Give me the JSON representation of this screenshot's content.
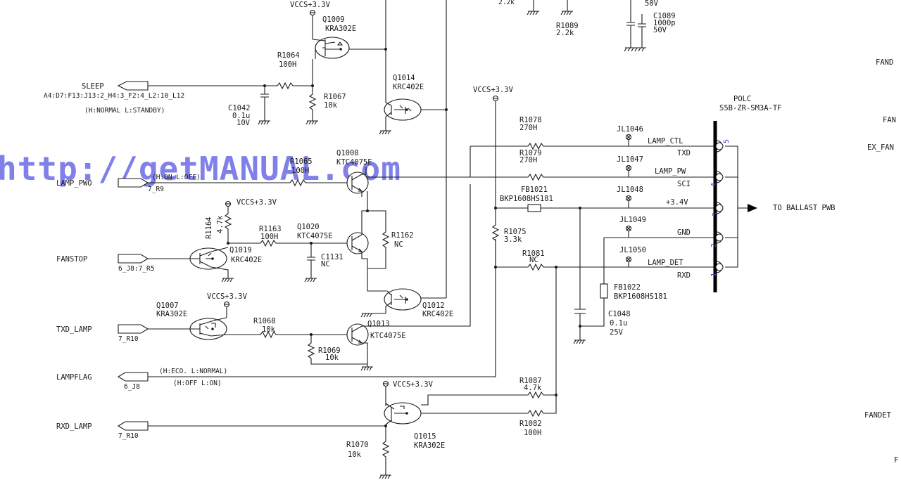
{
  "watermark": "http://getMANUAL.com",
  "top_right": {
    "partial_value_1": "50V",
    "partial_value_2": "2.2k",
    "c1089_ref": "C1089",
    "c1089_value": "1000p",
    "c1089_voltage": "50V",
    "r1089_ref": "R1089",
    "r1089_value": "2.2k"
  },
  "edge_labels": [
    "FAND",
    "FAN",
    "EX_FAN",
    "FANDET",
    "F"
  ],
  "connector": {
    "ref": "POLC",
    "part": "S5B-ZR-SM3A-TF",
    "destination": "TO BALLAST PWB",
    "pins": [
      {
        "number": "5",
        "signal": "LAMP_CTL",
        "function": "TXD",
        "jumper": "JL1046"
      },
      {
        "number": "4",
        "signal": "LAMP_PW",
        "function": "SCI",
        "jumper": "JL1047"
      },
      {
        "number": "3",
        "signal": "+3.4V",
        "function": "",
        "jumper": "JL1048"
      },
      {
        "number": "2",
        "signal": "GND",
        "function": "",
        "jumper": "JL1049"
      },
      {
        "number": "1",
        "signal": "LAMP_DET",
        "function": "RXD",
        "jumper": "JL1050"
      }
    ]
  },
  "signals": {
    "sleep": {
      "name": "SLEEP",
      "xref": "A4:D7:F13:J13:2_H4:3_F2:4_L2:10_L12",
      "note": "(H:NORMAL L:STANDBY)"
    },
    "lamp_pwo": {
      "name": "LAMP_PWO",
      "xref": "7_R9",
      "note": "(H:ON L:OFF)"
    },
    "fanstop": {
      "name": "FANSTOP",
      "xref": "6_J8:7_R5"
    },
    "txd_lamp": {
      "name": "TXD_LAMP",
      "xref": "7_R10"
    },
    "lampflag": {
      "name": "LAMPFLAG",
      "xref": "6_J8",
      "note1": "(H:ECO. L:NORMAL)",
      "note2": "(H:OFF L:ON)"
    },
    "rxd_lamp": {
      "name": "RXD_LAMP",
      "xref": "7_R10"
    }
  },
  "supply": "VCCS+3.3V",
  "components": {
    "q1009": {
      "ref": "Q1009",
      "part": "KRA302E"
    },
    "q1014": {
      "ref": "Q1014",
      "part": "KRC402E"
    },
    "q1008": {
      "ref": "Q1008",
      "part": "KTC4075E"
    },
    "q1020": {
      "ref": "Q1020",
      "part": "KTC4075E"
    },
    "q1019": {
      "ref": "Q1019",
      "part": "KRC402E"
    },
    "q1007": {
      "ref": "Q1007",
      "part": "KRA302E"
    },
    "q1013": {
      "ref": "Q1013",
      "part": "KTC4075E"
    },
    "q1012": {
      "ref": "Q1012",
      "part": "KRC402E"
    },
    "q1015": {
      "ref": "Q1015",
      "part": "KRA302E"
    },
    "r1064": {
      "ref": "R1064",
      "value": "100H"
    },
    "r1067": {
      "ref": "R1067",
      "value": "10k"
    },
    "c1042": {
      "ref": "C1042",
      "value": "0.1u",
      "voltage": "10V"
    },
    "r1065": {
      "ref": "R1065",
      "value": "100H"
    },
    "r1164": {
      "ref": "R1164",
      "value": "4.7k"
    },
    "r1163": {
      "ref": "R1163",
      "value": "100H"
    },
    "c1131": {
      "ref": "C1131",
      "value": "NC"
    },
    "r1162": {
      "ref": "R1162",
      "value": "NC"
    },
    "r1068": {
      "ref": "R1068",
      "value": "10k"
    },
    "r1069": {
      "ref": "R1069",
      "value": "10k"
    },
    "r1070": {
      "ref": "R1070",
      "value": "10k"
    },
    "r1078": {
      "ref": "R1078",
      "value": "270H"
    },
    "r1079": {
      "ref": "R1079",
      "value": "270H"
    },
    "fb1021": {
      "ref": "FB1021",
      "part": "BKP1608HS181"
    },
    "r1075": {
      "ref": "R1075",
      "value": "3.3k"
    },
    "r1081": {
      "ref": "R1081",
      "value": "NC"
    },
    "fb1022": {
      "ref": "FB1022",
      "part": "BKP1608HS181"
    },
    "c1048": {
      "ref": "C1048",
      "value": "0.1u",
      "voltage": "25V"
    },
    "r1087": {
      "ref": "R1087",
      "value": "4.7k"
    },
    "r1082": {
      "ref": "R1082",
      "value": "100H"
    }
  }
}
